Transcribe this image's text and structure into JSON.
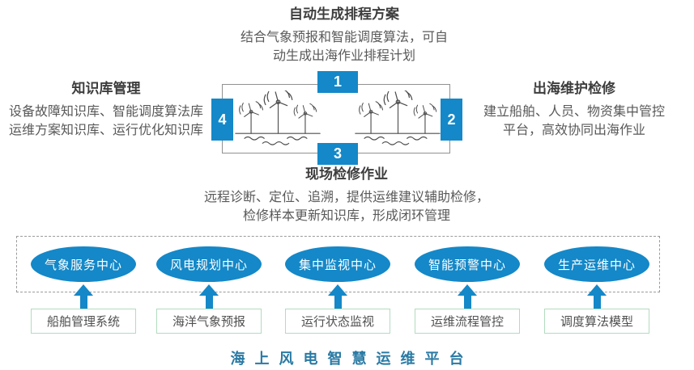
{
  "sections": {
    "auto_scheduling": {
      "title": "自动生成排程方案",
      "desc": "结合气象预报和智能调度算法，可自\n动生成出海作业排程计划"
    },
    "knowledge_base": {
      "title": "知识库管理",
      "desc": "设备故障知识库、智能调度算法库\n运维方案知识库、运行优化知识库"
    },
    "offshore_maintenance": {
      "title": "出海维护检修",
      "desc": "建立船舶、人员、物资集中管控\n平台，高效协同出海作业"
    },
    "onsite_repair": {
      "title": "现场检修作业",
      "desc": "远程诊断、定位、追溯，提供运维建议辅助检修，\n检修样本更新知识库，形成闭环管理"
    }
  },
  "diagram": {
    "icon": "wind-turbines-over-sea",
    "steps": [
      "1",
      "2",
      "3",
      "4"
    ]
  },
  "platform": {
    "centers": [
      "气象服务中心",
      "风电规划中心",
      "集中监视中心",
      "智能预警中心",
      "生产运维中心"
    ],
    "systems": [
      "船舶管理系统",
      "海洋气象预报",
      "运行状态监视",
      "运维流程管控",
      "调度算法模型"
    ],
    "title": "海上风电智慧运维平台"
  },
  "colors": {
    "primary_blue": "#1488c8",
    "platform_title_blue": "#2a7aa4",
    "system_box_border_green": "#b2dcbf"
  }
}
